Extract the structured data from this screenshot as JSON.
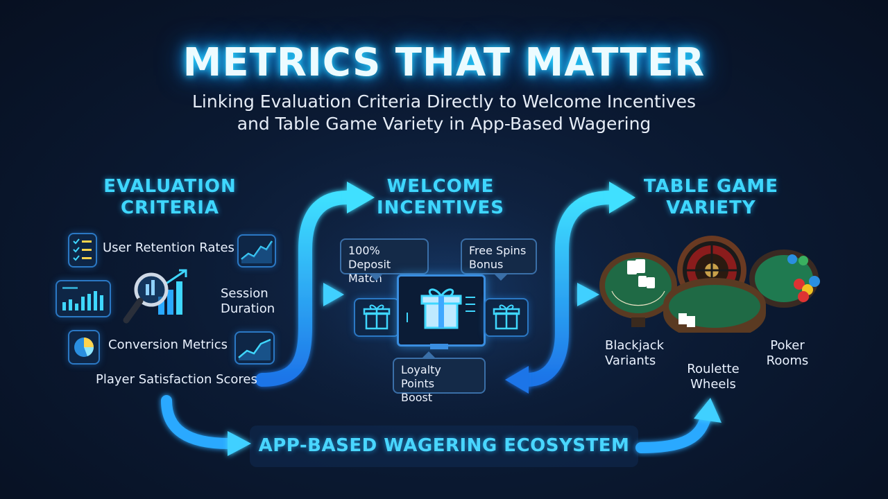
{
  "header": {
    "title": "METRICS THAT MATTER",
    "subtitle_line1": "Linking Evaluation Criteria Directly to Welcome Incentives",
    "subtitle_line2": "and Table Game Variety in App-Based Wagering"
  },
  "evaluation": {
    "heading_line1": "EVALUATION",
    "heading_line2": "CRITERIA",
    "items": {
      "retention": "User Retention Rates",
      "session_line1": "Session",
      "session_line2": "Duration",
      "conversion": "Conversion Metrics",
      "satisfaction": "Player Satisfaction Scores"
    }
  },
  "incentives": {
    "heading_line1": "WELCOME",
    "heading_line2": "INCENTIVES",
    "deposit_line1": "100% Deposit",
    "deposit_line2": "Match",
    "spins_line1": "Free Spins",
    "spins_line2": "Bonus",
    "loyalty_line1": "Loyalty Points",
    "loyalty_line2": "Boost"
  },
  "tablegames": {
    "heading_line1": "TABLE GAME",
    "heading_line2": "VARIETY",
    "blackjack_line1": "Blackjack",
    "blackjack_line2": "Variants",
    "roulette_line1": "Roulette",
    "roulette_line2": "Wheels",
    "poker_line1": "Poker",
    "poker_line2": "Rooms"
  },
  "footer": {
    "ecosystem": "APP-BASED WAGERING ECOSYSTEM"
  },
  "colors": {
    "accent": "#3fd7ff",
    "arrow": "#2aa9ff",
    "background": "#0b1a33",
    "felt": "#1f6a45"
  }
}
